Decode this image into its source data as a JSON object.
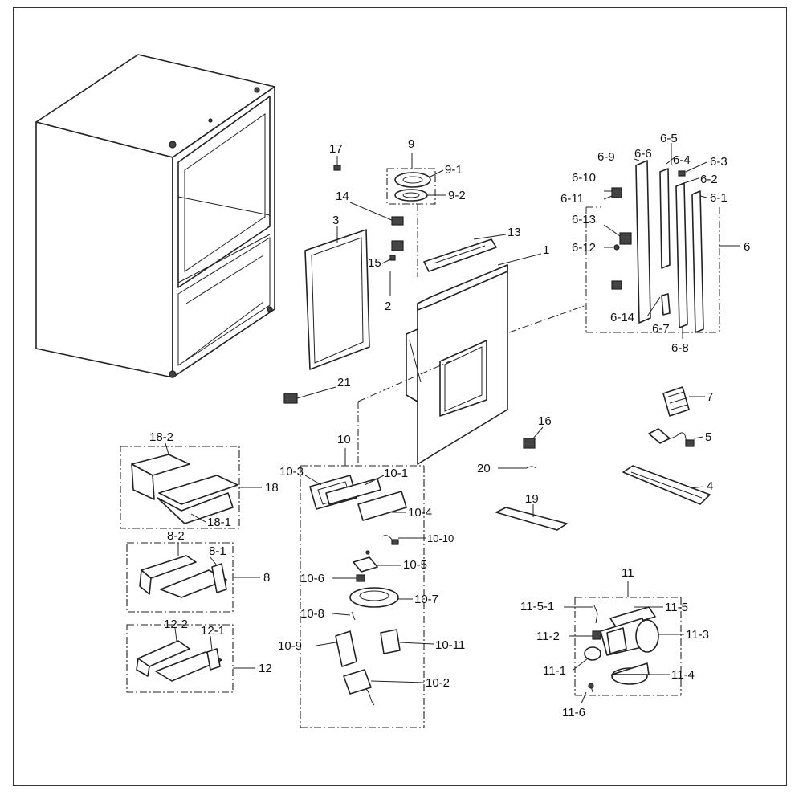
{
  "labels": {
    "l1": "1",
    "l2": "2",
    "l3": "3",
    "l4": "4",
    "l5": "5",
    "l6": "6",
    "l6_1": "6-1",
    "l6_2": "6-2",
    "l6_3": "6-3",
    "l6_4": "6-4",
    "l6_5": "6-5",
    "l6_6": "6-6",
    "l6_7": "6-7",
    "l6_8": "6-8",
    "l6_9": "6-9",
    "l6_10": "6-10",
    "l6_11": "6-11",
    "l6_12": "6-12",
    "l6_13": "6-13",
    "l6_14": "6-14",
    "l7": "7",
    "l8": "8",
    "l8_1": "8-1",
    "l8_2": "8-2",
    "l9": "9",
    "l9_1": "9-1",
    "l9_2": "9-2",
    "l10": "10",
    "l10_1": "10-1",
    "l10_2": "10-2",
    "l10_3": "10-3",
    "l10_4": "10-4",
    "l10_5": "10-5",
    "l10_6": "10-6",
    "l10_7": "10-7",
    "l10_8": "10-8",
    "l10_9": "10-9",
    "l10_10": "10-10",
    "l10_11": "10-11",
    "l11": "11",
    "l11_1": "11-1",
    "l11_2": "11-2",
    "l11_3": "11-3",
    "l11_4": "11-4",
    "l11_5": "11-5",
    "l11_5_1": "11-5-1",
    "l11_6": "11-6",
    "l12": "12",
    "l12_1": "12-1",
    "l12_2": "12-2",
    "l13": "13",
    "l14": "14",
    "l15": "15",
    "l16": "16",
    "l17": "17",
    "l18": "18",
    "l18_1": "18-1",
    "l18_2": "18-2",
    "l19": "19",
    "l20": "20",
    "l21": "21"
  }
}
